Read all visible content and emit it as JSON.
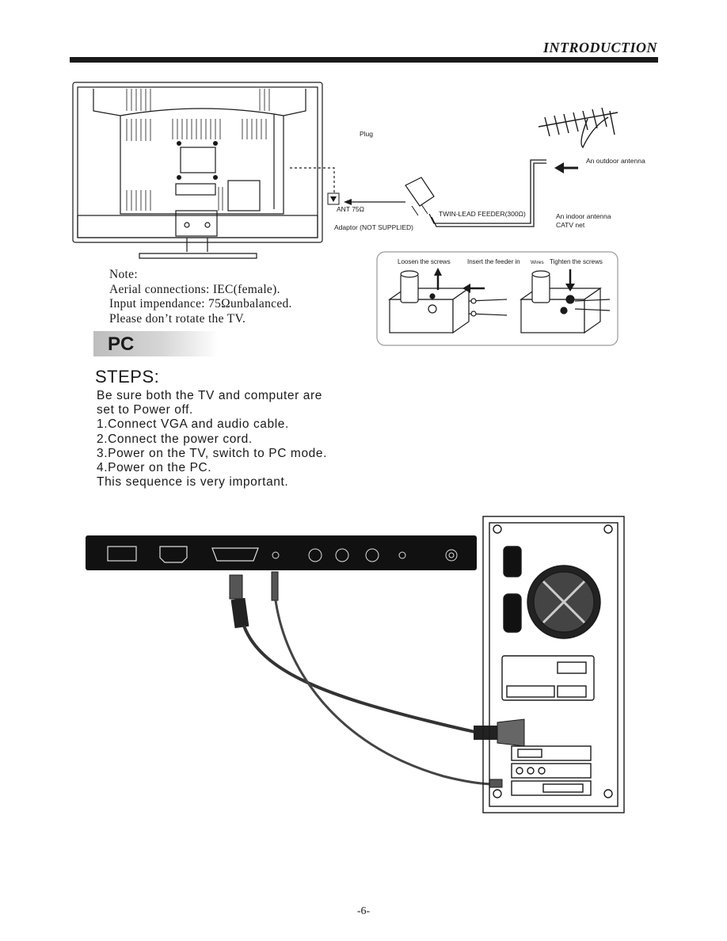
{
  "header": {
    "title": "INTRODUCTION"
  },
  "antenna_diagram": {
    "plug_label": "Plug",
    "outdoor_antenna_label": "An outdoor antenna",
    "ant_label": "ANT 75Ω",
    "twin_lead_label": "TWIN-LEAD FEEDER(300Ω)",
    "indoor_antenna_label": "An indoor antenna",
    "catv_label": "CATV net",
    "adaptor_label": "Adaptor  (NOT SUPPLIED)",
    "steps": {
      "loosen": "Loosen the screws",
      "insert": "Insert the feeder in",
      "wires": "Wires",
      "tighten": "Tighten the screws"
    }
  },
  "note": {
    "heading": "Note:",
    "line1": "Aerial connections: IEC(female).",
    "line2": "Input impendance: 75Ωunbalanced.",
    "line3": "Please don’t rotate the TV."
  },
  "section": {
    "title": "PC"
  },
  "steps": {
    "title": "STEPS:",
    "lines": [
      "Be sure both the TV and computer are",
      "set to  Power off.",
      "1.Connect VGA  and audio cable.",
      "2.Connect the power cord.",
      "3.Power on the TV, switch  to PC mode.",
      "4.Power on the PC.",
      "This sequence is very important."
    ]
  },
  "footer": {
    "page_number": "-6-"
  }
}
